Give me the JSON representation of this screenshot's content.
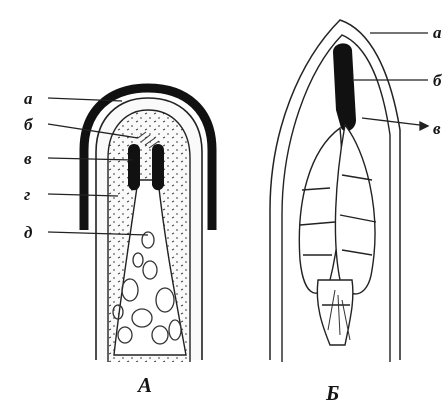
{
  "figure": {
    "panel_a": {
      "caption": "А",
      "labels": [
        "а",
        "б",
        "в",
        "г",
        "д"
      ]
    },
    "panel_b": {
      "caption": "Б",
      "labels": [
        "а",
        "б",
        "в"
      ]
    }
  }
}
